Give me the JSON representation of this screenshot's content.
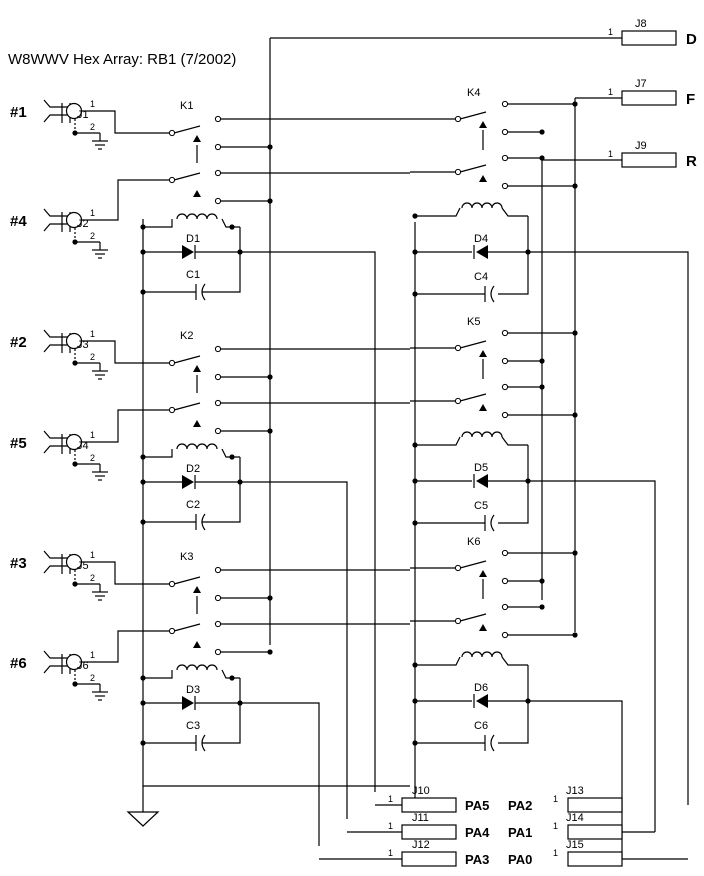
{
  "title": "W8WWV Hex Array: RB1 (7/2002)",
  "ports": [
    {
      "label": "#1",
      "jack": "J1"
    },
    {
      "label": "#4",
      "jack": "J2"
    },
    {
      "label": "#2",
      "jack": "J3"
    },
    {
      "label": "#5",
      "jack": "J4"
    },
    {
      "label": "#3",
      "jack": "J5"
    },
    {
      "label": "#6",
      "jack": "J6"
    }
  ],
  "pin_labels": {
    "one": "1",
    "two": "2"
  },
  "relays": [
    "K1",
    "K2",
    "K3",
    "K4",
    "K5",
    "K6"
  ],
  "diodes": [
    "D1",
    "D2",
    "D3",
    "D4",
    "D5",
    "D6"
  ],
  "capacitors": [
    "C1",
    "C2",
    "C3",
    "C4",
    "C5",
    "C6"
  ],
  "outputs": [
    {
      "jack": "J8",
      "label": "D"
    },
    {
      "jack": "J7",
      "label": "F"
    },
    {
      "jack": "J9",
      "label": "R"
    }
  ],
  "control": [
    {
      "jack": "J10",
      "label": "PA5"
    },
    {
      "jack": "J11",
      "label": "PA4"
    },
    {
      "jack": "J12",
      "label": "PA3"
    },
    {
      "jack": "J13",
      "label": "PA2"
    },
    {
      "jack": "J14",
      "label": "PA1"
    },
    {
      "jack": "J15",
      "label": "PA0"
    }
  ]
}
